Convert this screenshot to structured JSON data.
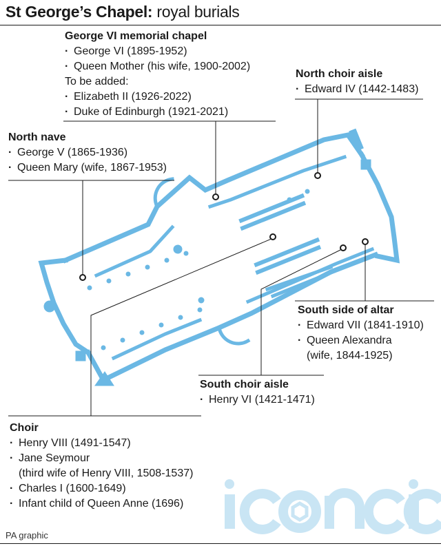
{
  "title": {
    "bold": "St George’s Chapel:",
    "light": "royal burials"
  },
  "credit": "PA graphic",
  "watermark": "iconic",
  "colors": {
    "plan": "#6bb8e4",
    "watermark": "#c9e5f4",
    "text": "#1a1a1a"
  },
  "labels": {
    "memorial": {
      "heading": "George VI memorial chapel",
      "items": [
        "George VI (1895-1952)",
        "Queen Mother (his wife, 1900-2002)"
      ],
      "subheading": "To be added:",
      "items2": [
        "Elizabeth II (1926-2022)",
        "Duke of Edinburgh (1921-2021)"
      ]
    },
    "north_choir_aisle": {
      "heading": "North choir aisle",
      "items": [
        "Edward IV (1442-1483)"
      ]
    },
    "north_nave": {
      "heading": "North nave",
      "items": [
        "George V (1865-1936)",
        "Queen Mary (wife, 1867-1953)"
      ]
    },
    "south_altar": {
      "heading": "South side of altar",
      "item1": "Edward VII  (1841-1910)",
      "item2": "Queen Alexandra",
      "item2_cont": "(wife, 1844-1925)"
    },
    "south_choir_aisle": {
      "heading": "South choir aisle",
      "items": [
        "Henry VI (1421-1471)"
      ]
    },
    "choir": {
      "heading": "Choir",
      "item1": "Henry VIII (1491-1547)",
      "item2": "Jane Seymour",
      "item2_cont": "(third wife of Henry VIII, 1508-1537)",
      "item3": "Charles I (1600-1649)",
      "item4": "Infant child of Queen Anne (1696)"
    }
  }
}
